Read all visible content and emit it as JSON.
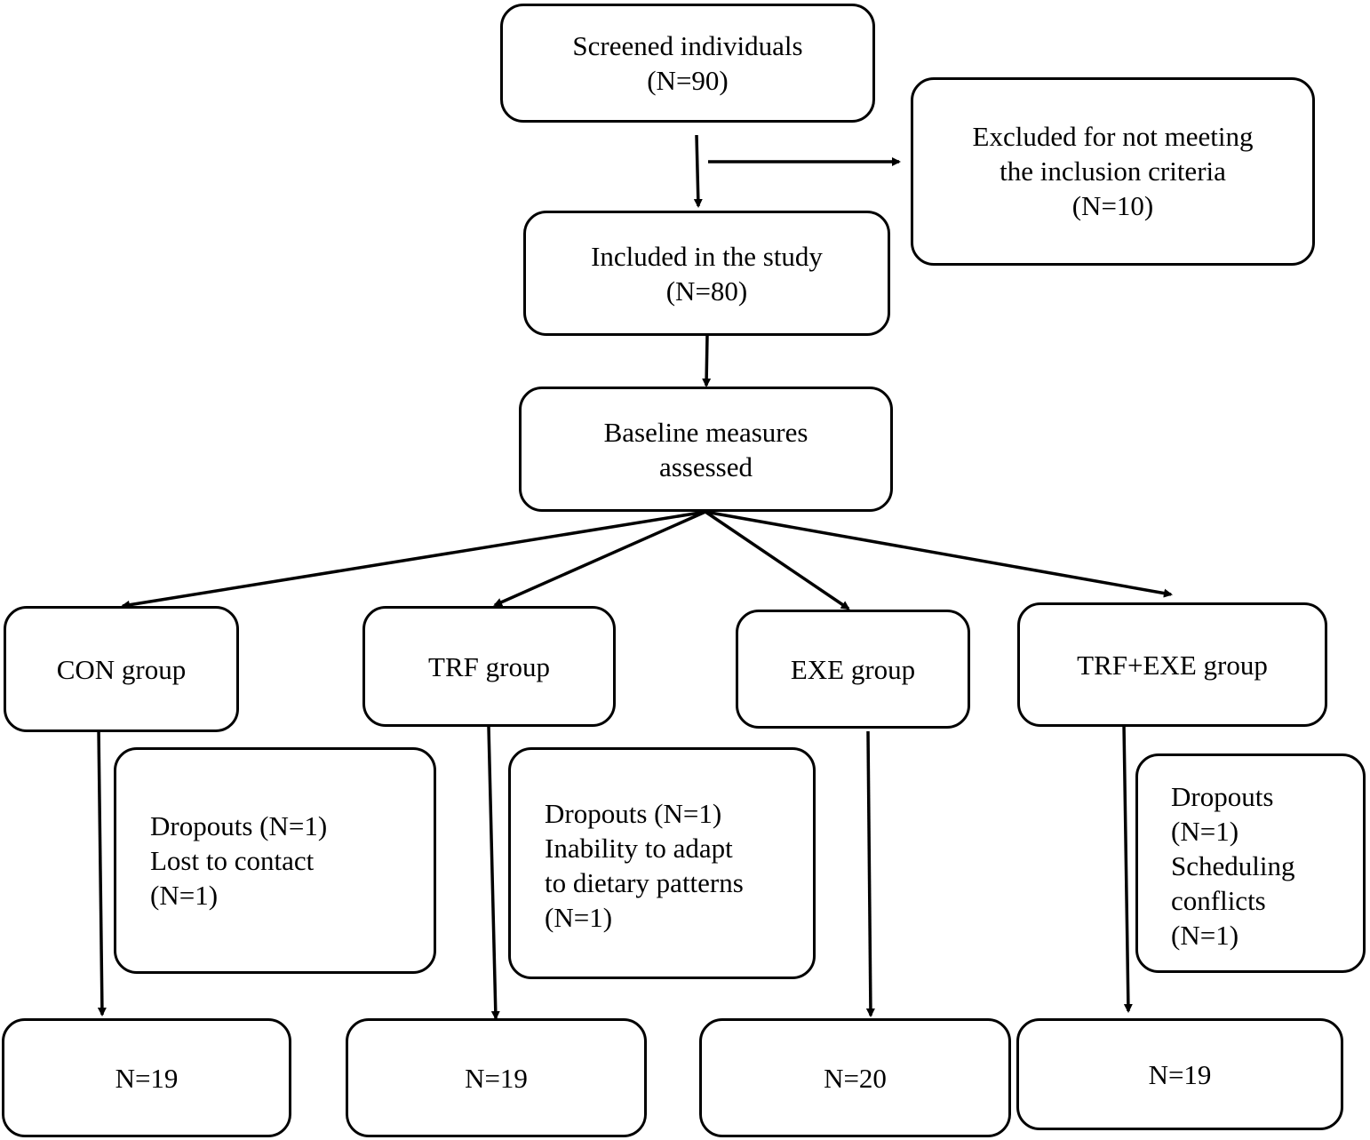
{
  "screened": {
    "label": "Screened individuals",
    "count": "(N=90)"
  },
  "excluded": {
    "line1": "Excluded for not meeting",
    "line2": "the inclusion criteria",
    "count": "(N=10)"
  },
  "included": {
    "label": "Included in the study",
    "count": "(N=80)"
  },
  "baseline": {
    "line1": "Baseline measures",
    "line2": "assessed"
  },
  "groups": [
    {
      "label": "CON group"
    },
    {
      "label": "TRF group"
    },
    {
      "label": "EXE group"
    },
    {
      "label": "TRF+EXE group"
    }
  ],
  "dropouts": [
    {
      "lines": [
        "Dropouts (N=1)",
        "Lost to contact",
        "(N=1)"
      ]
    },
    {
      "lines": [
        "Dropouts (N=1)",
        "Inability to adapt",
        "to dietary patterns",
        "(N=1)"
      ]
    },
    {
      "lines": [
        "Dropouts",
        "(N=1)",
        "Scheduling",
        "conflicts",
        "(N=1)"
      ]
    }
  ],
  "finals": [
    {
      "label": "N=19"
    },
    {
      "label": "N=19"
    },
    {
      "label": "N=20"
    },
    {
      "label": "N=19"
    }
  ]
}
